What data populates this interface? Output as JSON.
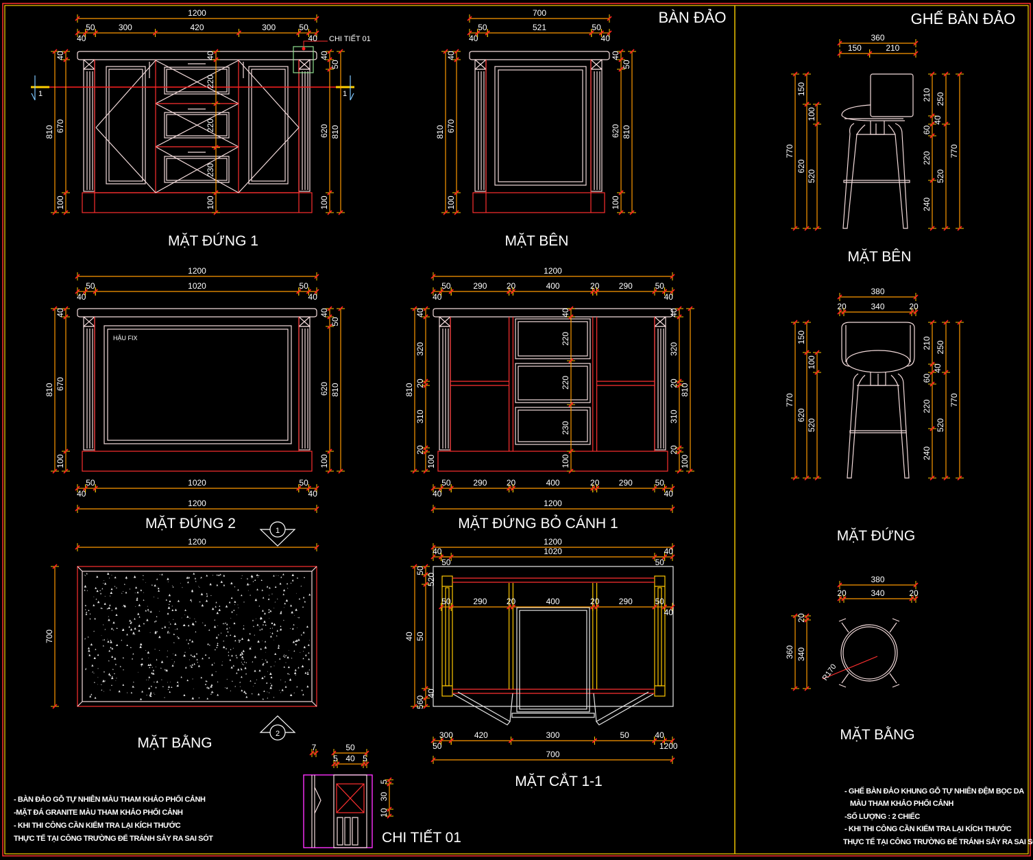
{
  "titles": {
    "island": "BÀN ĐẢO",
    "stool": "GHẾ BÀN ĐẢO"
  },
  "views": {
    "elev1": "MẶT ĐỨNG 1",
    "side": "MẶT BÊN",
    "elev2": "MẶT ĐỨNG 2",
    "elev3": "MẶT ĐỨNG BỎ CÁNH 1",
    "plan": "MẶT BẰNG",
    "section": "MẶT CẮT 1-1",
    "detail": "CHI TIẾT 01",
    "stoolSide": "MẶT BÊN",
    "stoolFront": "MẶT ĐỨNG",
    "stoolPlan": "MẶT BẰNG"
  },
  "annotations": {
    "detail_callout": "CHI TIẾT 01",
    "back_panel": "HẬU FIX",
    "radius": "R170",
    "cut_left": "1",
    "cut_right": "1",
    "mark_1": "1",
    "mark_2": "2"
  },
  "notes_island": [
    "- BÀN ĐẢO GỖ TỰ NHIÊN MÀU THAM KHẢO PHỐI CẢNH",
    "-MẶT ĐÁ GRANITE MÀU THAM KHẢO PHỐI CẢNH",
    "- KHI THI CÔNG CẦN KIỂM TRA LẠI KÍCH THƯỚC",
    "THỰC TẾ TẠI CÔNG TRƯỜNG ĐỂ TRÁNH SẢY RA SAI SÓT"
  ],
  "notes_stool": [
    "- GHẾ BÀN ĐẢO KHUNG GỖ TỰ NHIÊN ĐỆM BỌC DA",
    "MÀU THAM KHẢO PHỐI CẢNH",
    "-SỐ LƯỢNG : 2 CHIẾC",
    "- KHI THI CÔNG CẦN KIỂM TRA LẠI KÍCH THƯỚC",
    "THỰC TẾ TẠI CÔNG TRƯỜNG ĐỂ TRÁNH SẢY RA SAI SÓT"
  ],
  "dimensions": {
    "elev1": [
      "1200",
      "40",
      "50",
      "300",
      "420",
      "300",
      "50",
      "40",
      "810",
      "40",
      "670",
      "100",
      "40",
      "50",
      "620",
      "100",
      "810",
      "40",
      "220",
      "220",
      "230",
      "100"
    ],
    "side": [
      "700",
      "40",
      "50",
      "521",
      "50",
      "40",
      "810",
      "40",
      "670",
      "100",
      "40",
      "50",
      "620",
      "100",
      "810"
    ],
    "elev2": [
      "1200",
      "40",
      "50",
      "1020",
      "50",
      "40",
      "40",
      "50",
      "1020",
      "50",
      "40",
      "1200",
      "810",
      "40",
      "670",
      "100",
      "40",
      "50",
      "620",
      "100",
      "810"
    ],
    "elev3": [
      "1200",
      "40",
      "50",
      "290",
      "20",
      "400",
      "20",
      "290",
      "50",
      "40",
      "40",
      "50",
      "290",
      "20",
      "400",
      "20",
      "290",
      "50",
      "40",
      "1200",
      "810",
      "40",
      "320",
      "20",
      "310",
      "20",
      "100",
      "40",
      "320",
      "20",
      "310",
      "20",
      "100",
      "810",
      "40",
      "220",
      "220",
      "230",
      "100"
    ],
    "plan": [
      "1200",
      "700"
    ],
    "section": [
      "1200",
      "40",
      "1020",
      "40",
      "50",
      "50",
      "50",
      "290",
      "20",
      "400",
      "20",
      "290",
      "50",
      "40",
      "50",
      "300",
      "420",
      "300",
      "50",
      "40",
      "1200",
      "700",
      "40",
      "50",
      "520",
      "50",
      "40",
      "560"
    ],
    "detail": [
      "7",
      "50",
      "5",
      "40",
      "5",
      "5",
      "30",
      "10"
    ],
    "stoolSide": [
      "360",
      "150",
      "210",
      "770",
      "150",
      "620",
      "100",
      "520",
      "210",
      "40",
      "60",
      "220",
      "240",
      "250",
      "520",
      "770"
    ],
    "stoolFront": [
      "380",
      "20",
      "340",
      "20",
      "770",
      "150",
      "620",
      "100",
      "520",
      "210",
      "40",
      "60",
      "220",
      "240",
      "250",
      "520",
      "770"
    ],
    "stoolPlan": [
      "380",
      "20",
      "340",
      "20",
      "360",
      "20",
      "340"
    ]
  },
  "colors": {
    "background": "#000000",
    "dimension": "#ff9a00",
    "extension": "#ffc800",
    "tick": "#ff2020",
    "furniture": "#f4dcdc",
    "cut": "#ff3030",
    "detail_frame": "#ff30ff"
  }
}
